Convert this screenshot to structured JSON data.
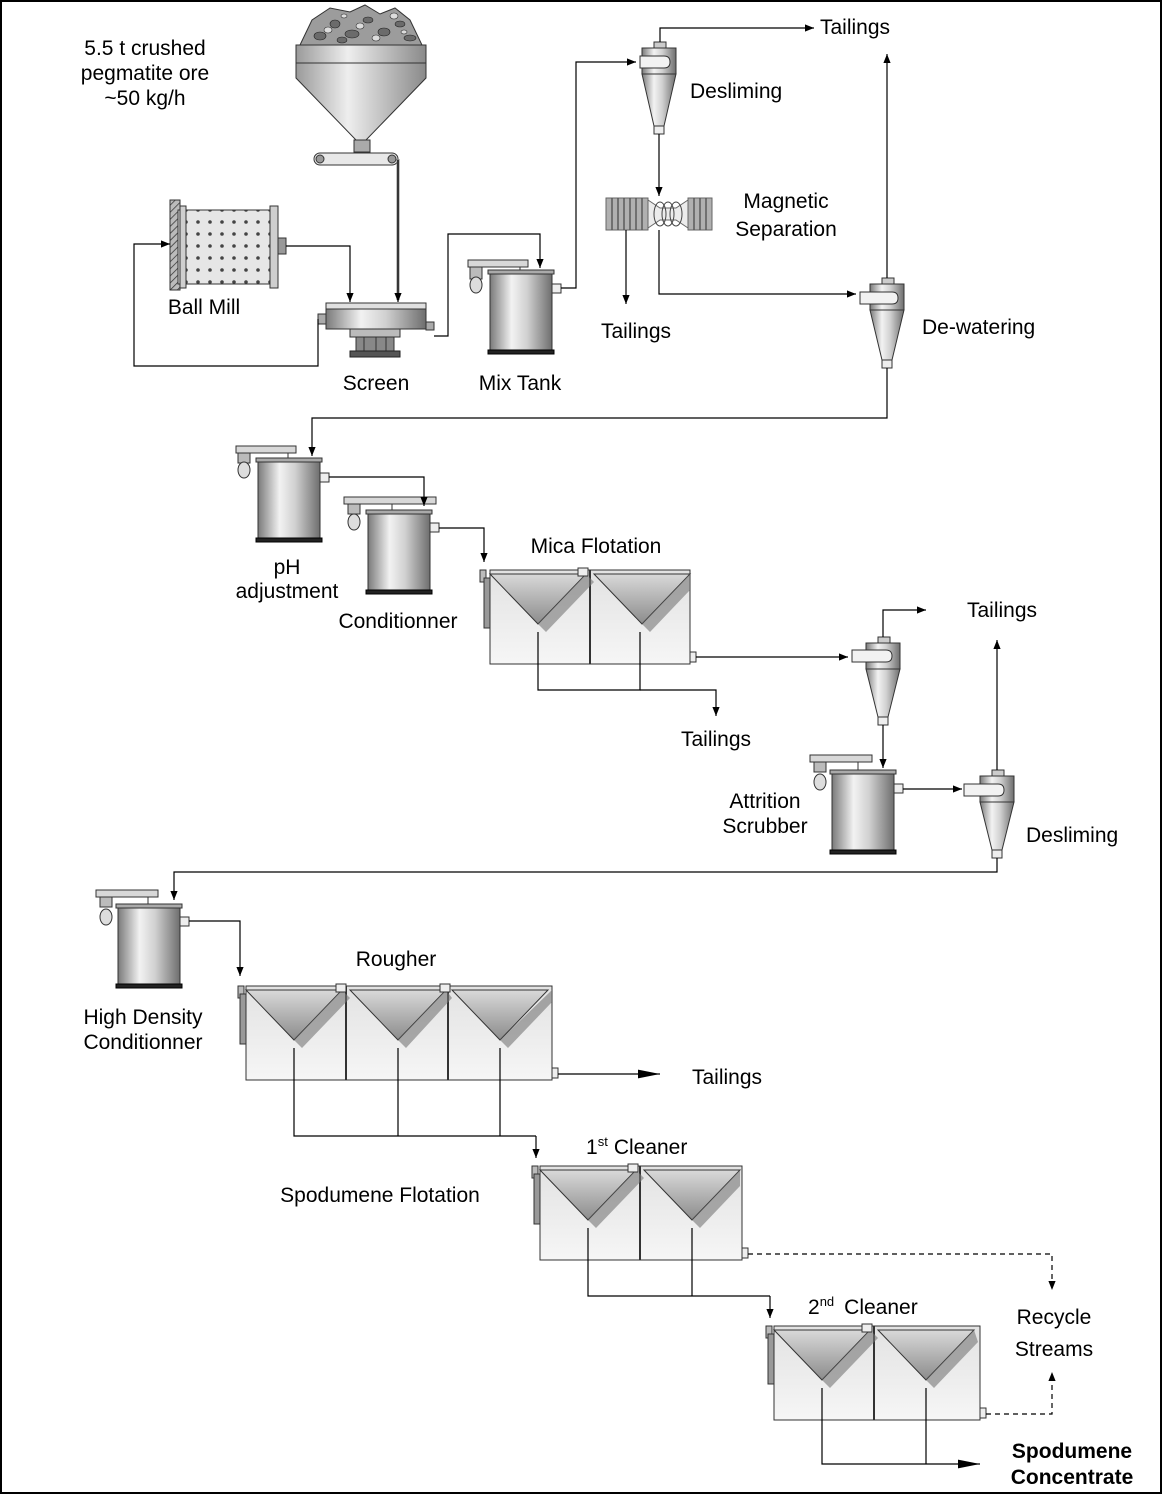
{
  "feed": {
    "line1": "5.5 t crushed",
    "line2": "pegmatite ore",
    "line3": "~50 kg/h"
  },
  "labels": {
    "ball_mill": "Ball Mill",
    "screen": "Screen",
    "mix_tank": "Mix Tank",
    "desliming_1": "Desliming",
    "magnetic_1": "Magnetic",
    "magnetic_2": "Separation",
    "dewatering": "De-watering",
    "tailings": "Tailings",
    "ph_1": "pH",
    "ph_2": "adjustment",
    "conditionner": "Conditionner",
    "mica_flotation": "Mica Flotation",
    "attrition_1": "Attrition",
    "attrition_2": "Scrubber",
    "desliming_2": "Desliming",
    "hdc_1": "High Density",
    "hdc_2": "Conditionner",
    "rougher": "Rougher",
    "spodumene_flotation": "Spodumene Flotation",
    "cleaner1_num": "1",
    "cleaner1_sup": "st",
    "cleaner1_word": "Cleaner",
    "cleaner2_num": "2",
    "cleaner2_sup": "nd",
    "cleaner2_word": "Cleaner",
    "recycle_1": "Recycle",
    "recycle_2": "Streams",
    "concentrate_1": "Spodumene",
    "concentrate_2": "Concentrate"
  },
  "colors": {
    "equipment_fill": "#d8d8d8",
    "equipment_dark": "#8a8a8a",
    "line": "#000000"
  }
}
